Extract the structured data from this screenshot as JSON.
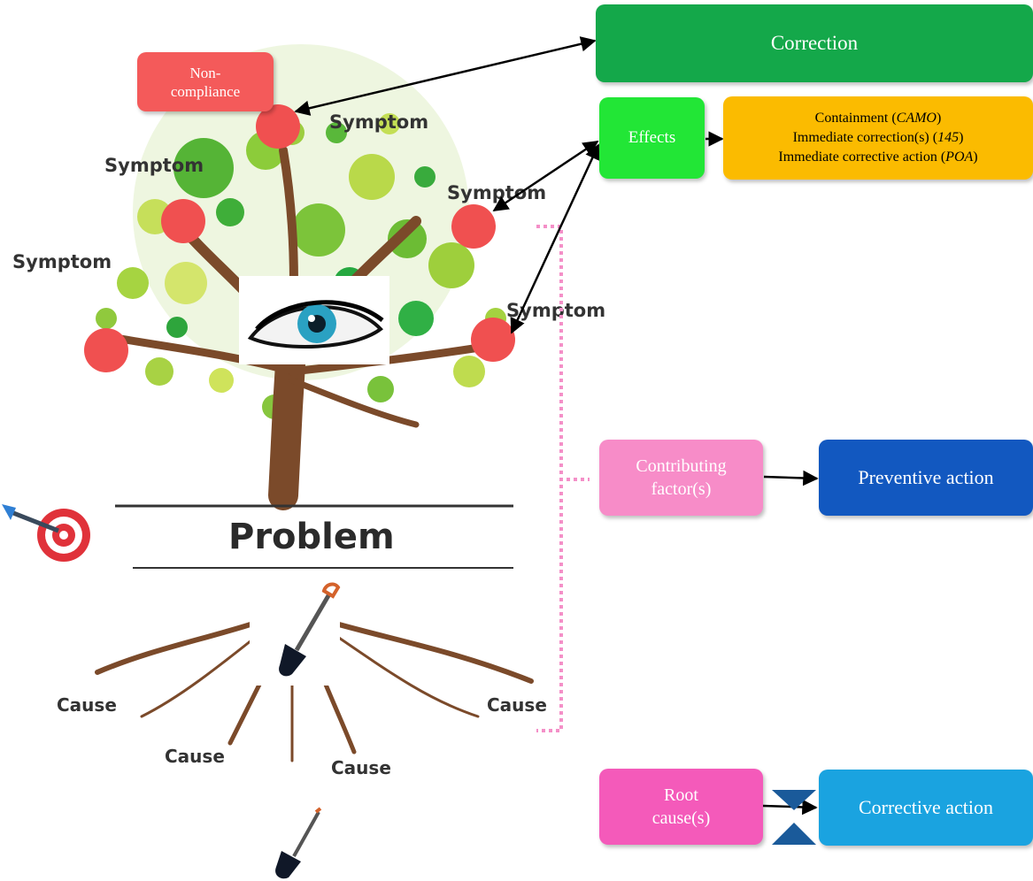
{
  "tree": {
    "symptoms": [
      "Symptom",
      "Symptom",
      "Symptom",
      "Symptom",
      "Symptom"
    ],
    "causes": [
      "Cause",
      "Cause",
      "Cause",
      "Cause"
    ],
    "problem": "Problem"
  },
  "boxes": {
    "non_compliance": {
      "line1": "Non-",
      "line2": "compliance"
    },
    "correction": "Correction",
    "effects": "Effects",
    "containment": {
      "l1a": "Containment (",
      "l1b": "CAMO",
      "l1c": ")",
      "l2a": "Immediate correction(s) (",
      "l2b": "145",
      "l2c": ")",
      "l3a": "Immediate corrective action (",
      "l3b": "POA",
      "l3c": ")"
    },
    "contributing": {
      "line1": "Contributing",
      "line2": "factor(s)"
    },
    "preventive": "Preventive action",
    "root": {
      "line1": "Root",
      "line2": "cause(s)"
    },
    "corrective": "Corrective action"
  },
  "icons": [
    "eye-icon",
    "shovel-icon",
    "target-dart-icon",
    "shovel-icon"
  ],
  "colors": {
    "apple": "#f05050",
    "correction": "#14a84a",
    "effects": "#22e636",
    "containment": "#fbbb00",
    "contributing": "#f78cc8",
    "preventive": "#1258c0",
    "root": "#f45aba",
    "corrective": "#1aa3e0",
    "trunk": "#7b4a2a",
    "bracket": "#f490c8"
  }
}
